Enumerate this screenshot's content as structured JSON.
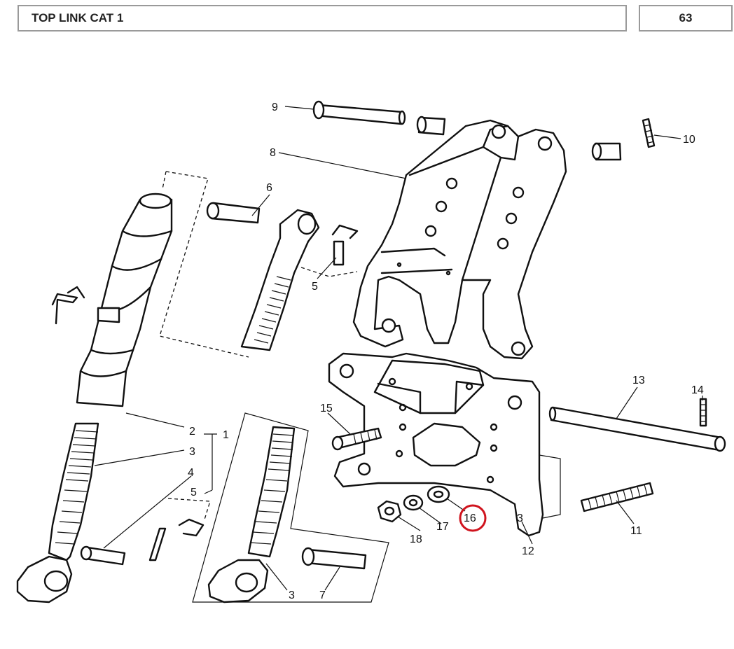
{
  "header": {
    "title": "TOP LINK CAT 1",
    "page_number": "63"
  },
  "callouts": {
    "c1": "1",
    "c2": "2",
    "c3a": "3",
    "c3b": "3",
    "c3c": "3",
    "c4": "4",
    "c5a": "5",
    "c5b": "5",
    "c6": "6",
    "c7": "7",
    "c8": "8",
    "c9": "9",
    "c10": "10",
    "c11": "11",
    "c12": "12",
    "c13": "13",
    "c14": "14",
    "c15": "15",
    "c16": "16",
    "c17": "17",
    "c18": "18"
  },
  "highlight": {
    "part": "16",
    "color": "#d0141e"
  }
}
